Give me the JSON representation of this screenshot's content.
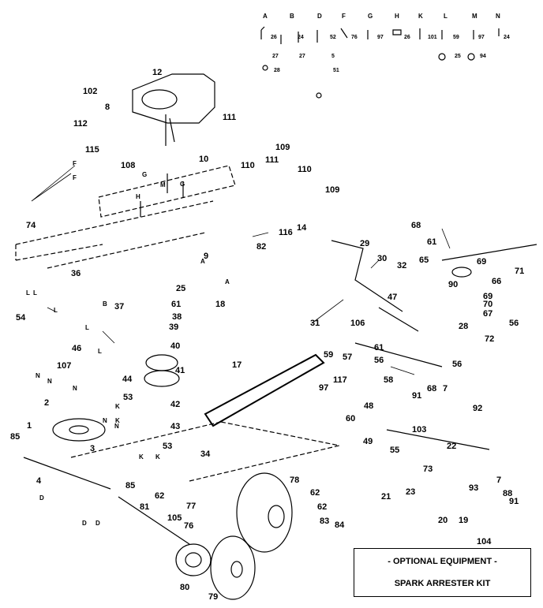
{
  "legend": {
    "columns": [
      {
        "letter": "A",
        "parts": [
          "26",
          "27",
          "28"
        ]
      },
      {
        "letter": "B",
        "parts": [
          "24",
          "27"
        ]
      },
      {
        "letter": "D",
        "parts": [
          "52",
          "5",
          "51"
        ]
      },
      {
        "letter": "F",
        "parts": [
          "76"
        ]
      },
      {
        "letter": "G",
        "parts": [
          "97"
        ]
      },
      {
        "letter": "H",
        "parts": [
          "26"
        ]
      },
      {
        "letter": "K",
        "parts": [
          "101"
        ]
      },
      {
        "letter": "L",
        "parts": [
          "59",
          "25"
        ]
      },
      {
        "letter": "M",
        "parts": [
          "97",
          "94"
        ]
      },
      {
        "letter": "N",
        "parts": [
          "24"
        ]
      }
    ]
  },
  "callouts": [
    "12",
    "102",
    "8",
    "112",
    "115",
    "108",
    "111",
    "10",
    "110",
    "109",
    "111",
    "110",
    "109",
    "14",
    "116",
    "82",
    "29",
    "30",
    "32",
    "47",
    "68",
    "61",
    "65",
    "69",
    "71",
    "90",
    "66",
    "69",
    "70",
    "67",
    "28",
    "56",
    "72",
    "56",
    "74",
    "36",
    "37",
    "61",
    "38",
    "39",
    "40",
    "41",
    "42",
    "43",
    "25",
    "18",
    "9",
    "54",
    "46",
    "31",
    "106",
    "59",
    "57",
    "61",
    "56",
    "58",
    "17",
    "107",
    "44",
    "53",
    "2",
    "1",
    "85",
    "3",
    "4",
    "53",
    "34",
    "85",
    "62",
    "81",
    "105",
    "77",
    "76",
    "97",
    "117",
    "60",
    "48",
    "49",
    "103",
    "55",
    "73",
    "22",
    "23",
    "21",
    "20",
    "19",
    "93",
    "91",
    "68",
    "7",
    "92",
    "7",
    "88",
    "91",
    "78",
    "62",
    "62",
    "83",
    "84",
    "80",
    "79",
    "104"
  ],
  "assembly_letters": [
    "F",
    "F",
    "G",
    "G",
    "H",
    "M",
    "A",
    "A",
    "B",
    "L",
    "L",
    "L",
    "L",
    "L",
    "N",
    "N",
    "N",
    "K",
    "K",
    "N",
    "N",
    "K",
    "K",
    "D",
    "D",
    "D"
  ],
  "notice": {
    "line1": "- OPTIONAL EQUIPMENT -",
    "line2": "SPARK ARRESTER KIT"
  }
}
